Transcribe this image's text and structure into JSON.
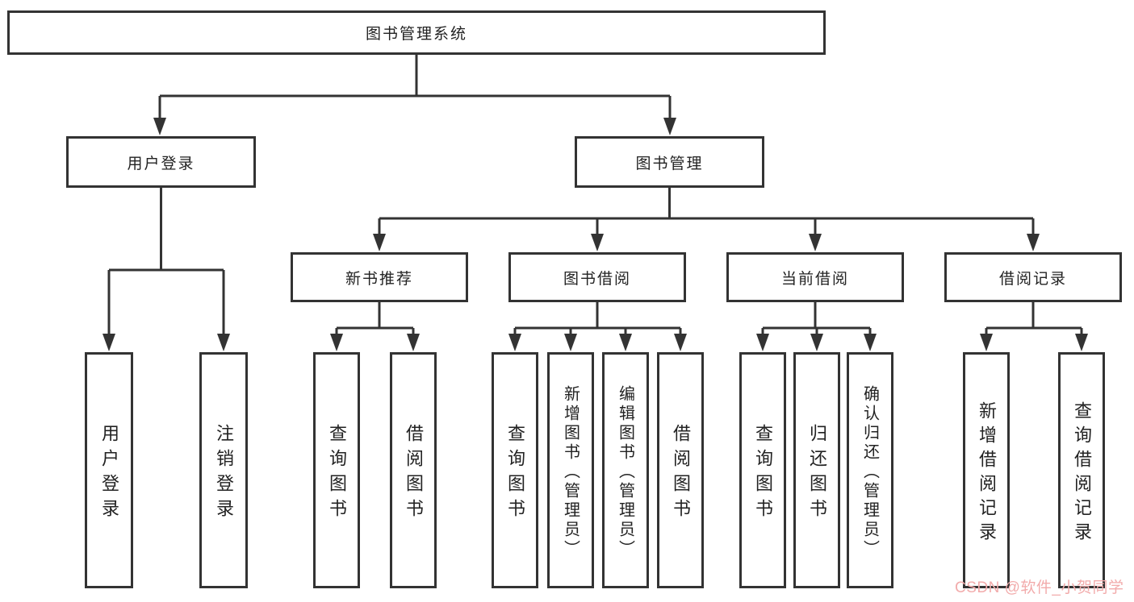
{
  "colors": {
    "line": "#333333",
    "box_border": "#333333",
    "text": "#222222",
    "background": "#ffffff",
    "watermark": "#f2abab"
  },
  "tree": {
    "root": {
      "label": "图书管理系统"
    },
    "branches": [
      {
        "label": "用户登录",
        "children": [
          {
            "label": "用户登录"
          },
          {
            "label": "注销登录"
          }
        ]
      },
      {
        "label": "图书管理",
        "groups": [
          {
            "label": "新书推荐",
            "children": [
              {
                "label": "查询图书"
              },
              {
                "label": "借阅图书"
              }
            ]
          },
          {
            "label": "图书借阅",
            "children": [
              {
                "label": "查询图书"
              },
              {
                "label": "新增图书（管理员）"
              },
              {
                "label": "编辑图书（管理员）"
              },
              {
                "label": "借阅图书"
              }
            ]
          },
          {
            "label": "当前借阅",
            "children": [
              {
                "label": "查询图书"
              },
              {
                "label": "归还图书"
              },
              {
                "label": "确认归还（管理员）"
              }
            ]
          },
          {
            "label": "借阅记录",
            "children": [
              {
                "label": "新增借阅记录"
              },
              {
                "label": "查询借阅记录"
              }
            ]
          }
        ]
      }
    ]
  },
  "watermark": {
    "text": "CSDN @软件_小贺同学"
  }
}
